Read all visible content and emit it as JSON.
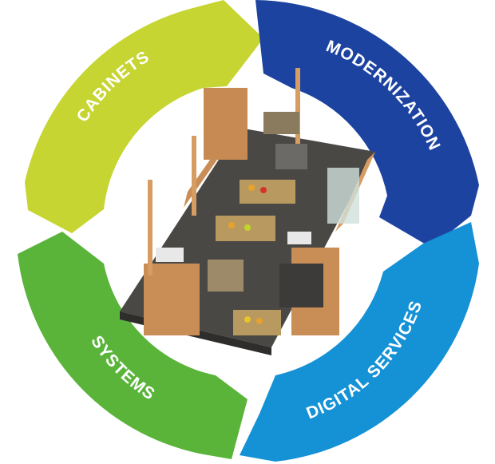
{
  "segments": [
    {
      "id": "cabinets",
      "label": "CABINETS",
      "color": "#c6d531"
    },
    {
      "id": "modernization",
      "label": "MODERNIZATION",
      "color": "#1d43a1"
    },
    {
      "id": "digital_services",
      "label": "DIGITAL SERVICES",
      "color": "#1591d6"
    },
    {
      "id": "systems",
      "label": "SYSTEMS",
      "color": "#5ab43a"
    }
  ],
  "center_image": {
    "subject": "isometric grocery store floor plan"
  }
}
